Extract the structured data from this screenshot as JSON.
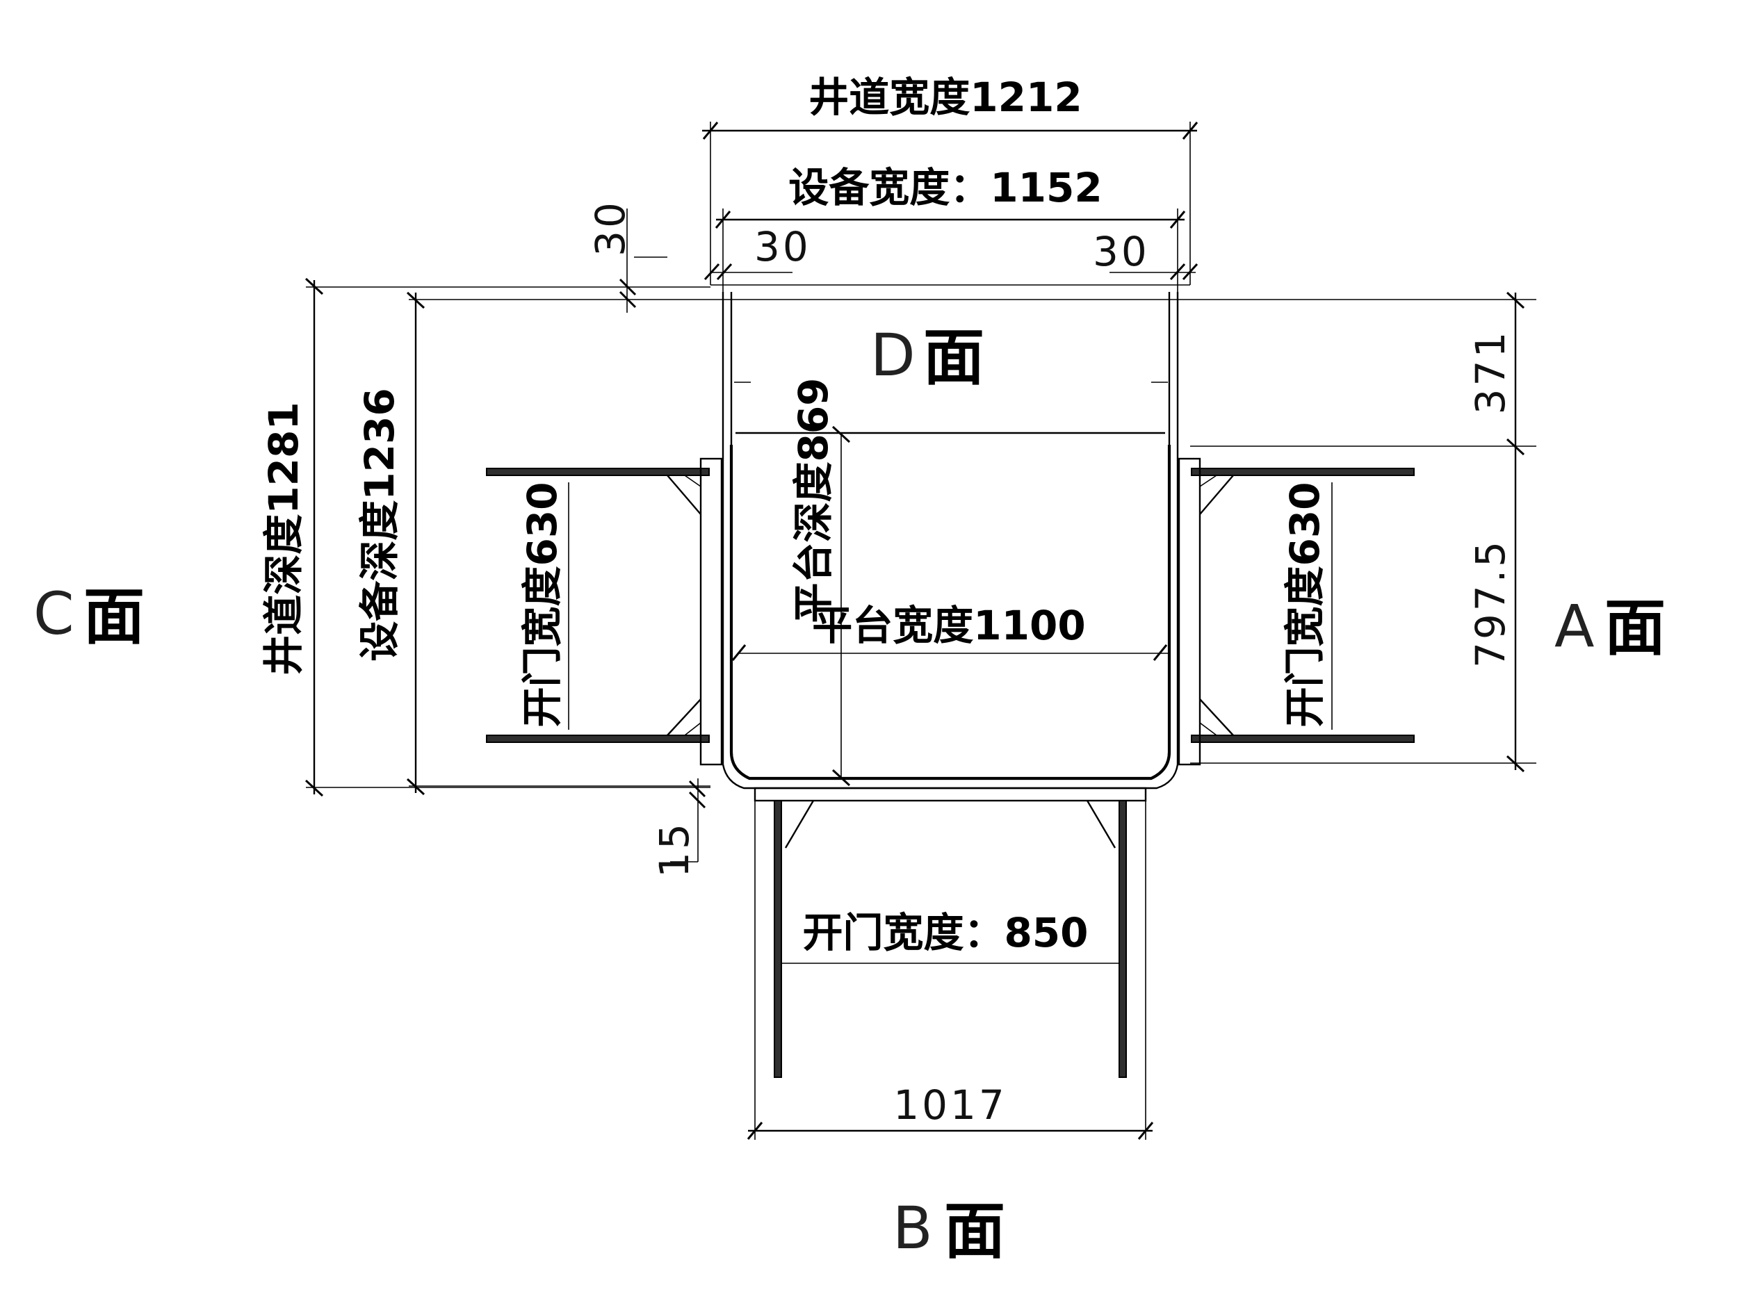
{
  "dimensions": {
    "shaft_width": "井道宽度1212",
    "equipment_width": "设备宽度：1152",
    "gap_left_small": "30",
    "gap_top_left": "30",
    "gap_top_right": "30",
    "shaft_depth": "井道深度1281",
    "equipment_depth": "设备深度1236",
    "door_width_left": "开门宽度630",
    "door_width_right": "开门宽度630",
    "platform_depth": "平台深度869",
    "platform_width": "平台宽度1100",
    "right_top": "371",
    "right_middle": "797.5",
    "bottom_offset": "15",
    "door_width_bottom": "开门宽度：850",
    "bottom_overall": "1017"
  },
  "faces": {
    "d": {
      "letter": "D",
      "char": "面"
    },
    "c": {
      "letter": "C",
      "char": "面"
    },
    "a": {
      "letter": "A",
      "char": "面"
    },
    "b": {
      "letter": "B",
      "char": "面"
    }
  }
}
